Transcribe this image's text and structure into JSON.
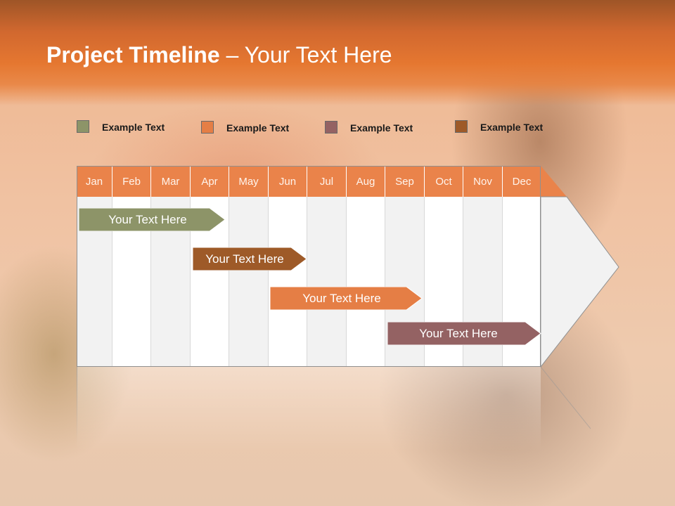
{
  "slide": {
    "title_bold": "Project Timeline",
    "title_rest": " – Your Text Here"
  },
  "legend": [
    {
      "label": "Example Text",
      "color": "#8d9468"
    },
    {
      "label": "Example Text",
      "color": "#e57e45"
    },
    {
      "label": "Example Text",
      "color": "#946263"
    },
    {
      "label": "Example Text",
      "color": "#9e5a28"
    }
  ],
  "months": [
    "Jan",
    "Feb",
    "Mar",
    "Apr",
    "May",
    "Jun",
    "Jul",
    "Aug",
    "Sep",
    "Oct",
    "Nov",
    "Dec"
  ],
  "tasks": [
    {
      "label": "Your  Text Here",
      "color": "#8d9468",
      "start": "Jan",
      "end": "Apr"
    },
    {
      "label": "Your  Text Here",
      "color": "#9e5a28",
      "start": "Apr",
      "end": "Jun"
    },
    {
      "label": "Your  Text Here",
      "color": "#e57e45",
      "start": "Jun",
      "end": "Sep"
    },
    {
      "label": "Your  Text Here",
      "color": "#946263",
      "start": "Sep",
      "end": "Dec"
    }
  ],
  "colors": {
    "header": "#ea834a",
    "banner": "#e57730",
    "title_text": "#ffffff"
  }
}
